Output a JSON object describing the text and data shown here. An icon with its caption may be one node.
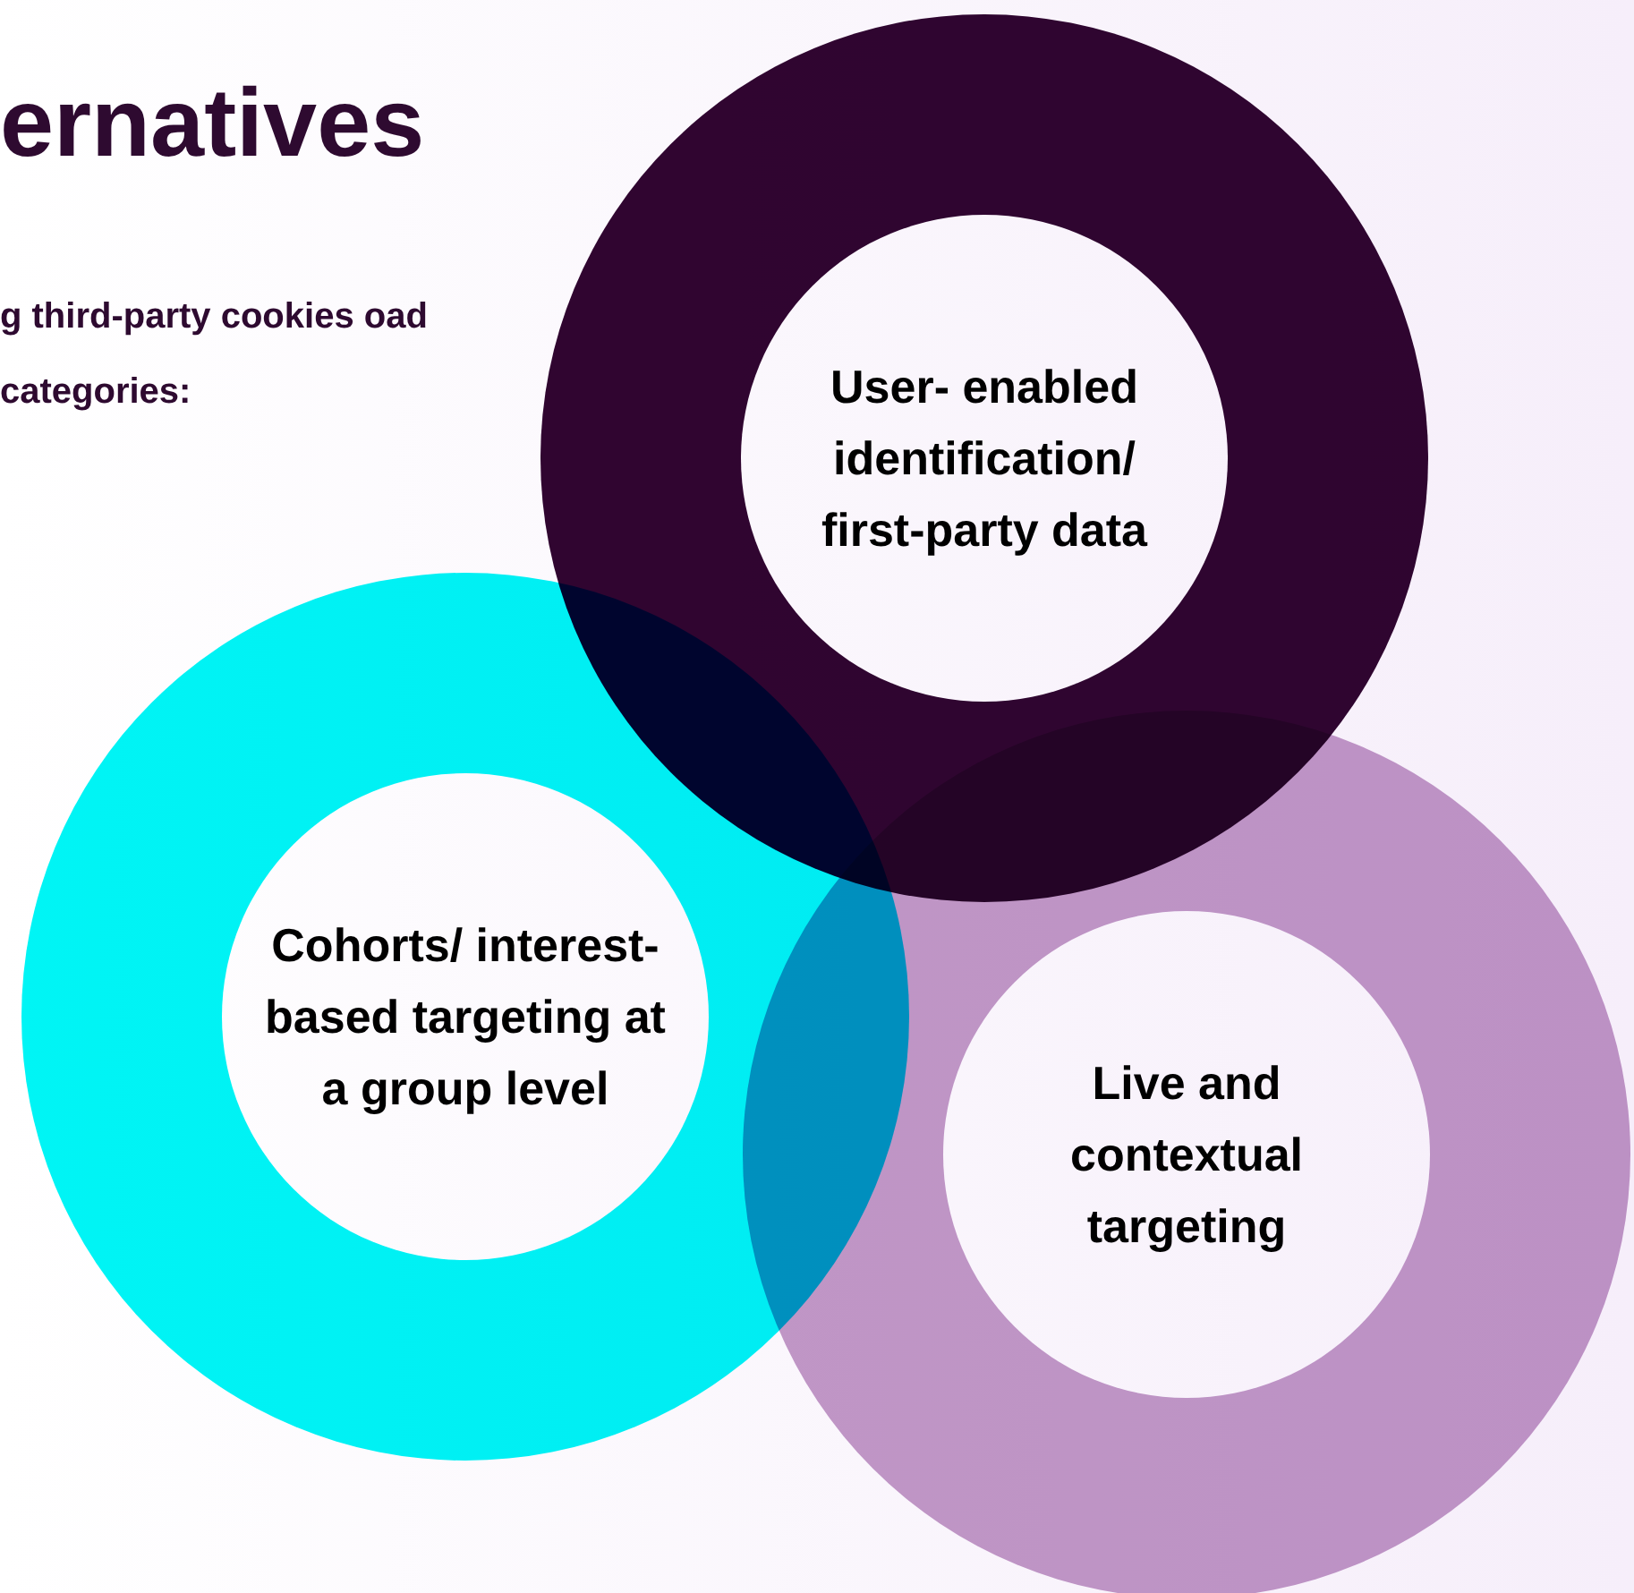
{
  "diagram": {
    "title": "ernatives",
    "nodes": [
      {
        "text": [
          "User- enabled identification/ first-party data"
        ]
      },
      {
        "text": [
          "Cohorts/ interest-based targeting at a group level"
        ]
      },
      {
        "text": [
          "Live and contextual targeting"
        ]
      }
    ],
    "labels": [
      "g third-party cookies oad categories:"
    ]
  }
}
